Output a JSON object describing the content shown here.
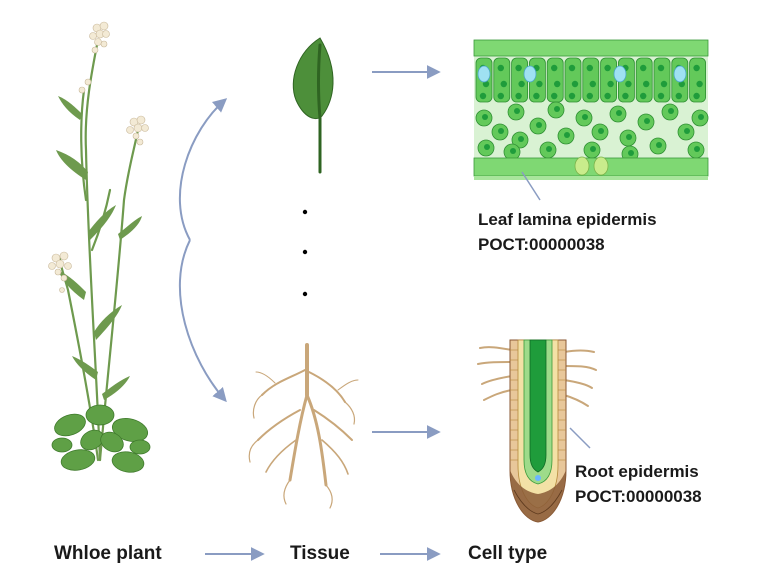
{
  "stages": {
    "whole_plant": "Whloe plant",
    "tissue": "Tissue",
    "cell_type": "Cell type"
  },
  "leaf_cell": {
    "name": "Leaf lamina epidermis",
    "id": "POCT:00000038"
  },
  "root_cell": {
    "name": "Root epidermis",
    "id": "POCT:00000038"
  },
  "colors": {
    "arrow": "#8a9cc2",
    "plant_green": "#5fa046",
    "stem_green": "#6e9a4e",
    "leaf_green": "#4d8f3a",
    "flower": "#f3ead5",
    "root_tan": "#c9a77a",
    "cell_green": "#63c95a",
    "cell_dark": "#1f9c3b",
    "root_brown": "#8a5a36"
  }
}
